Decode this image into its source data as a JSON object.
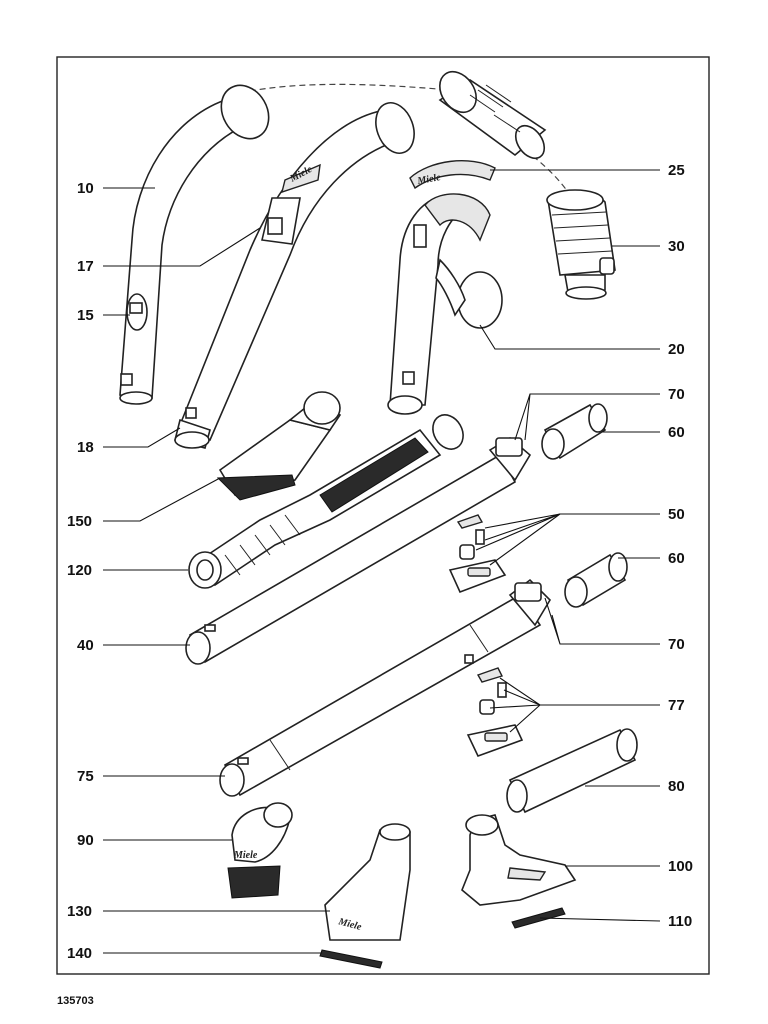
{
  "diagram": {
    "reference_number": "135703",
    "brand_text": "Miele",
    "callouts": [
      "10",
      "17",
      "15",
      "18",
      "150",
      "120",
      "40",
      "75",
      "90",
      "130",
      "140",
      "25",
      "30",
      "20",
      "70",
      "60",
      "50",
      "60",
      "70",
      "77",
      "80",
      "100",
      "110"
    ]
  }
}
